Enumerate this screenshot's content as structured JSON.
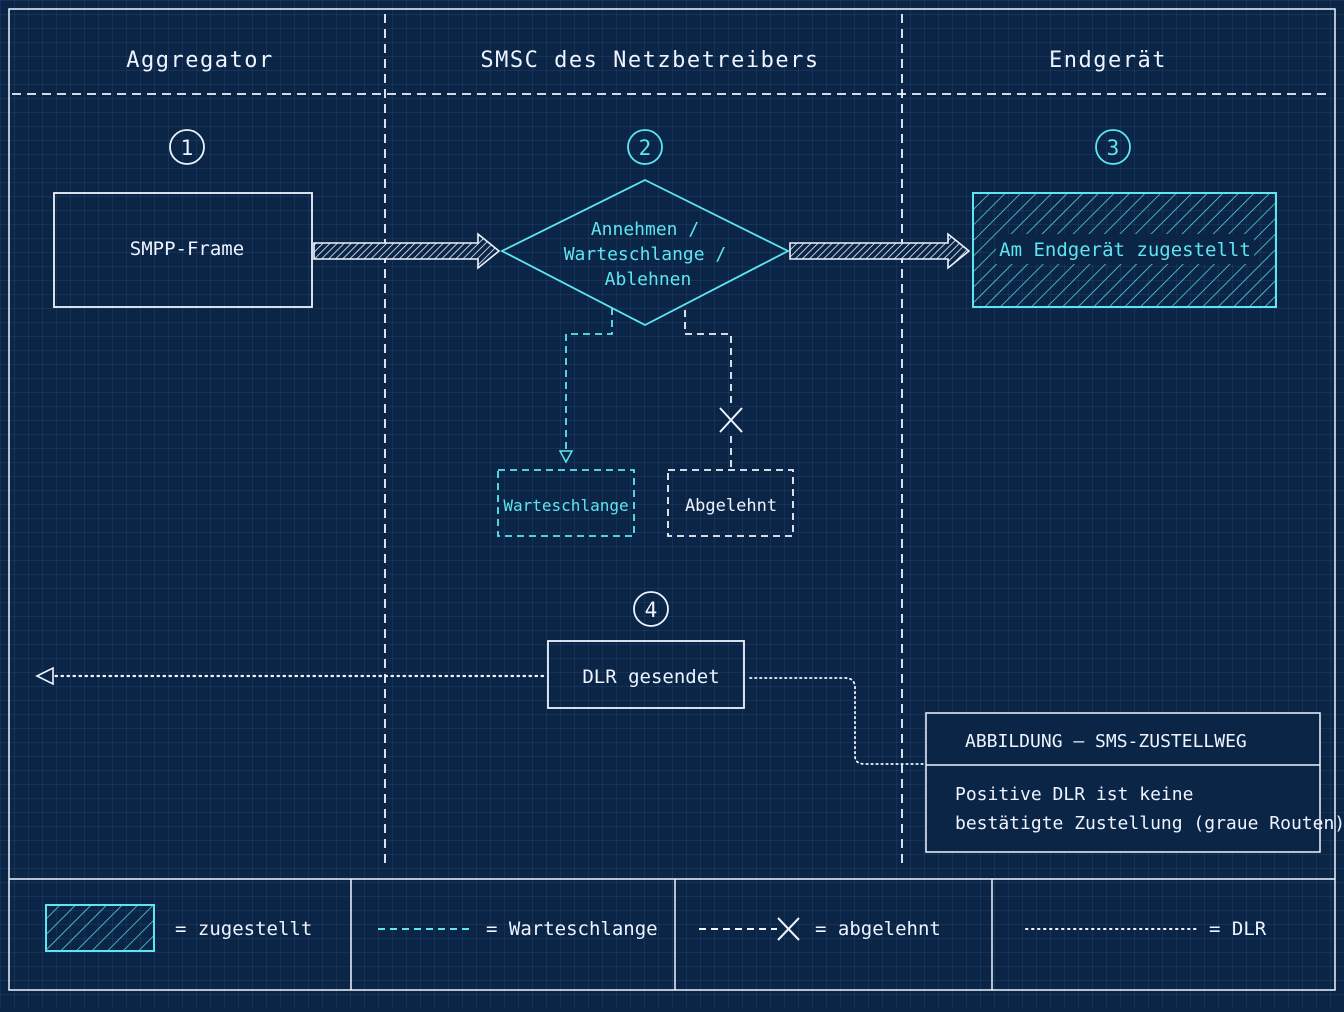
{
  "lanes": {
    "aggregator": "Aggregator",
    "smsc": "SMSC des Netzbetreibers",
    "device": "Endgerät"
  },
  "steps": [
    "1",
    "2",
    "3",
    "4"
  ],
  "nodes": {
    "smpp_frame": "SMPP-Frame",
    "decision": [
      "Annehmen /",
      "Warteschlange /",
      "Ablehnen"
    ],
    "delivered": "Am Endgerät zugestellt",
    "queue": "Warteschlange",
    "rejected": "Abgelehnt",
    "dlr_sent": "DLR gesendet"
  },
  "note": {
    "title": "ABBILDUNG – SMS-ZUSTELLWEG",
    "line1": "Positive DLR ist keine",
    "line2": "bestätigte Zustellung (graue Routen)"
  },
  "legend": {
    "delivered": "= zugestellt",
    "queue": "= Warteschlange",
    "rejected": "= abgelehnt",
    "dlr": "= DLR"
  },
  "colors": {
    "background": "#0b2547",
    "line": "#eef4ff",
    "accent": "#5ee6f0"
  }
}
